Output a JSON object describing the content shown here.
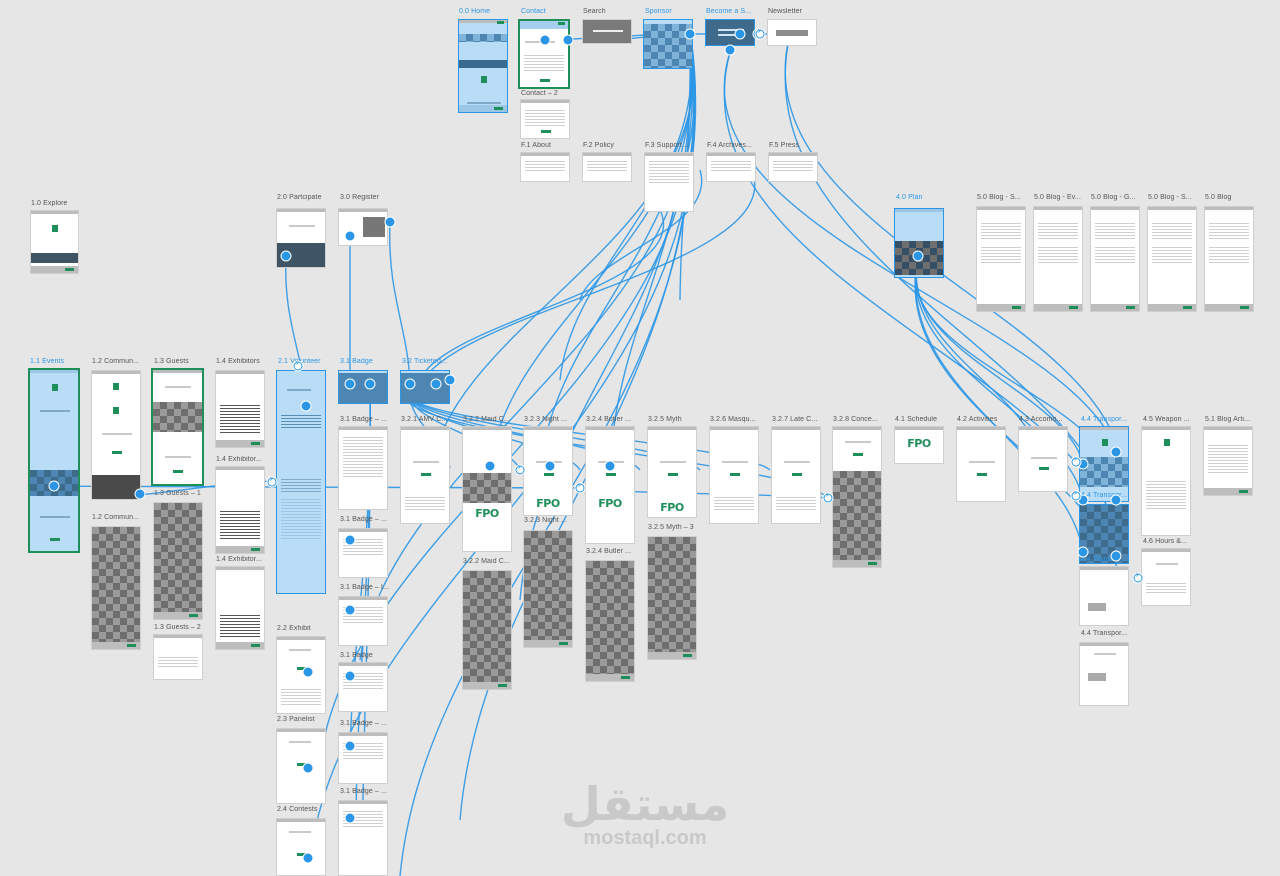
{
  "app": {
    "accent": "#2b96e6",
    "brand_green": "#1e8f5a",
    "canvas_bg": "#e6e6e6"
  },
  "labels": {
    "home": "0.0 Home",
    "contact": "Contact",
    "search": "Search",
    "sponsor": "Sponsor",
    "become": "Become a S...",
    "newsletter": "Newsletter",
    "contact2": "Contact – 2",
    "f1": "F.1 About",
    "f2": "F.2 Policy",
    "f3": "F.3 Support ...",
    "f4": "F.4 Archives...",
    "f5": "F.5 Press",
    "explore": "1.0 Explore",
    "participate": "2.0 Partcipate",
    "register": "3.0 Register",
    "plan": "4.0 Plan",
    "blog_s1": "5.0 Blog - S...",
    "blog_ev": "5.0 Blog - Ev...",
    "blog_g": "5.0 Blog - G...",
    "blog_s2": "5.0 Blog - S...",
    "blog": "5.0 Blog",
    "events": "1.1 Events",
    "commun": "1.2 Commun...",
    "guests": "1.3 Guests",
    "exhibitors": "1.4 Exhibitors",
    "volunteer": "2.1 Volunteer",
    "badge": "3.1 Badge",
    "ticketed": "3.2 Ticketed...",
    "amv": "3.2.1 AMV C...",
    "maid": "3.2.2 Maid C...",
    "night": "3.2.3 Night ...",
    "butler": "3.2.4 Butler ...",
    "myth": "3.2.5 Myth",
    "masq": "3.2.6 Masqu...",
    "late": "3.2.7 Late C...",
    "concert": "3.2.8 Conce...",
    "schedule": "4.1 Schedule",
    "activities": "4.2 Activities",
    "accom": "4.3 Accomo...",
    "transport": "4.4 Transpor...",
    "weapon": "4.5 Weapon ...",
    "blog_art": "5.1 Blog Arti...",
    "badge_a": "3.1 Badge – ...",
    "exhib_a": "1.4 Exhibitor...",
    "guests1": "1.3 Guests – 1",
    "commun_b": "1.2 Commun...",
    "badge_b": "3.1 Badge – ...",
    "night2": "3.2.3 Night ...",
    "maid2": "3.2.2 Maid C...",
    "butler2": "3.2.4 Butler ...",
    "myth3": "3.2.5 Myth – 3",
    "transport2": "4.4 Transpor...",
    "hours": "4.6 Hours &...",
    "transport3": "4.4 Transpor...",
    "exhib_b": "1.4 Exhibitor...",
    "badge_c": "3.1 Badge – I...",
    "guests2": "1.3 Guests – 2",
    "exhibit": "2.2 Exhibit",
    "badge_d": "3.1 Badge",
    "panelist": "2.3 Panelist",
    "badge_e": "3.1 Badge – ...",
    "contests": "2.4 Contests",
    "badge_f": "3.1 Badge – ...",
    "transport4": "4.4 Transpor..."
  },
  "fpo": "FPO",
  "watermark": {
    "arabic": "مستقل",
    "latin": "mostaql.com"
  }
}
